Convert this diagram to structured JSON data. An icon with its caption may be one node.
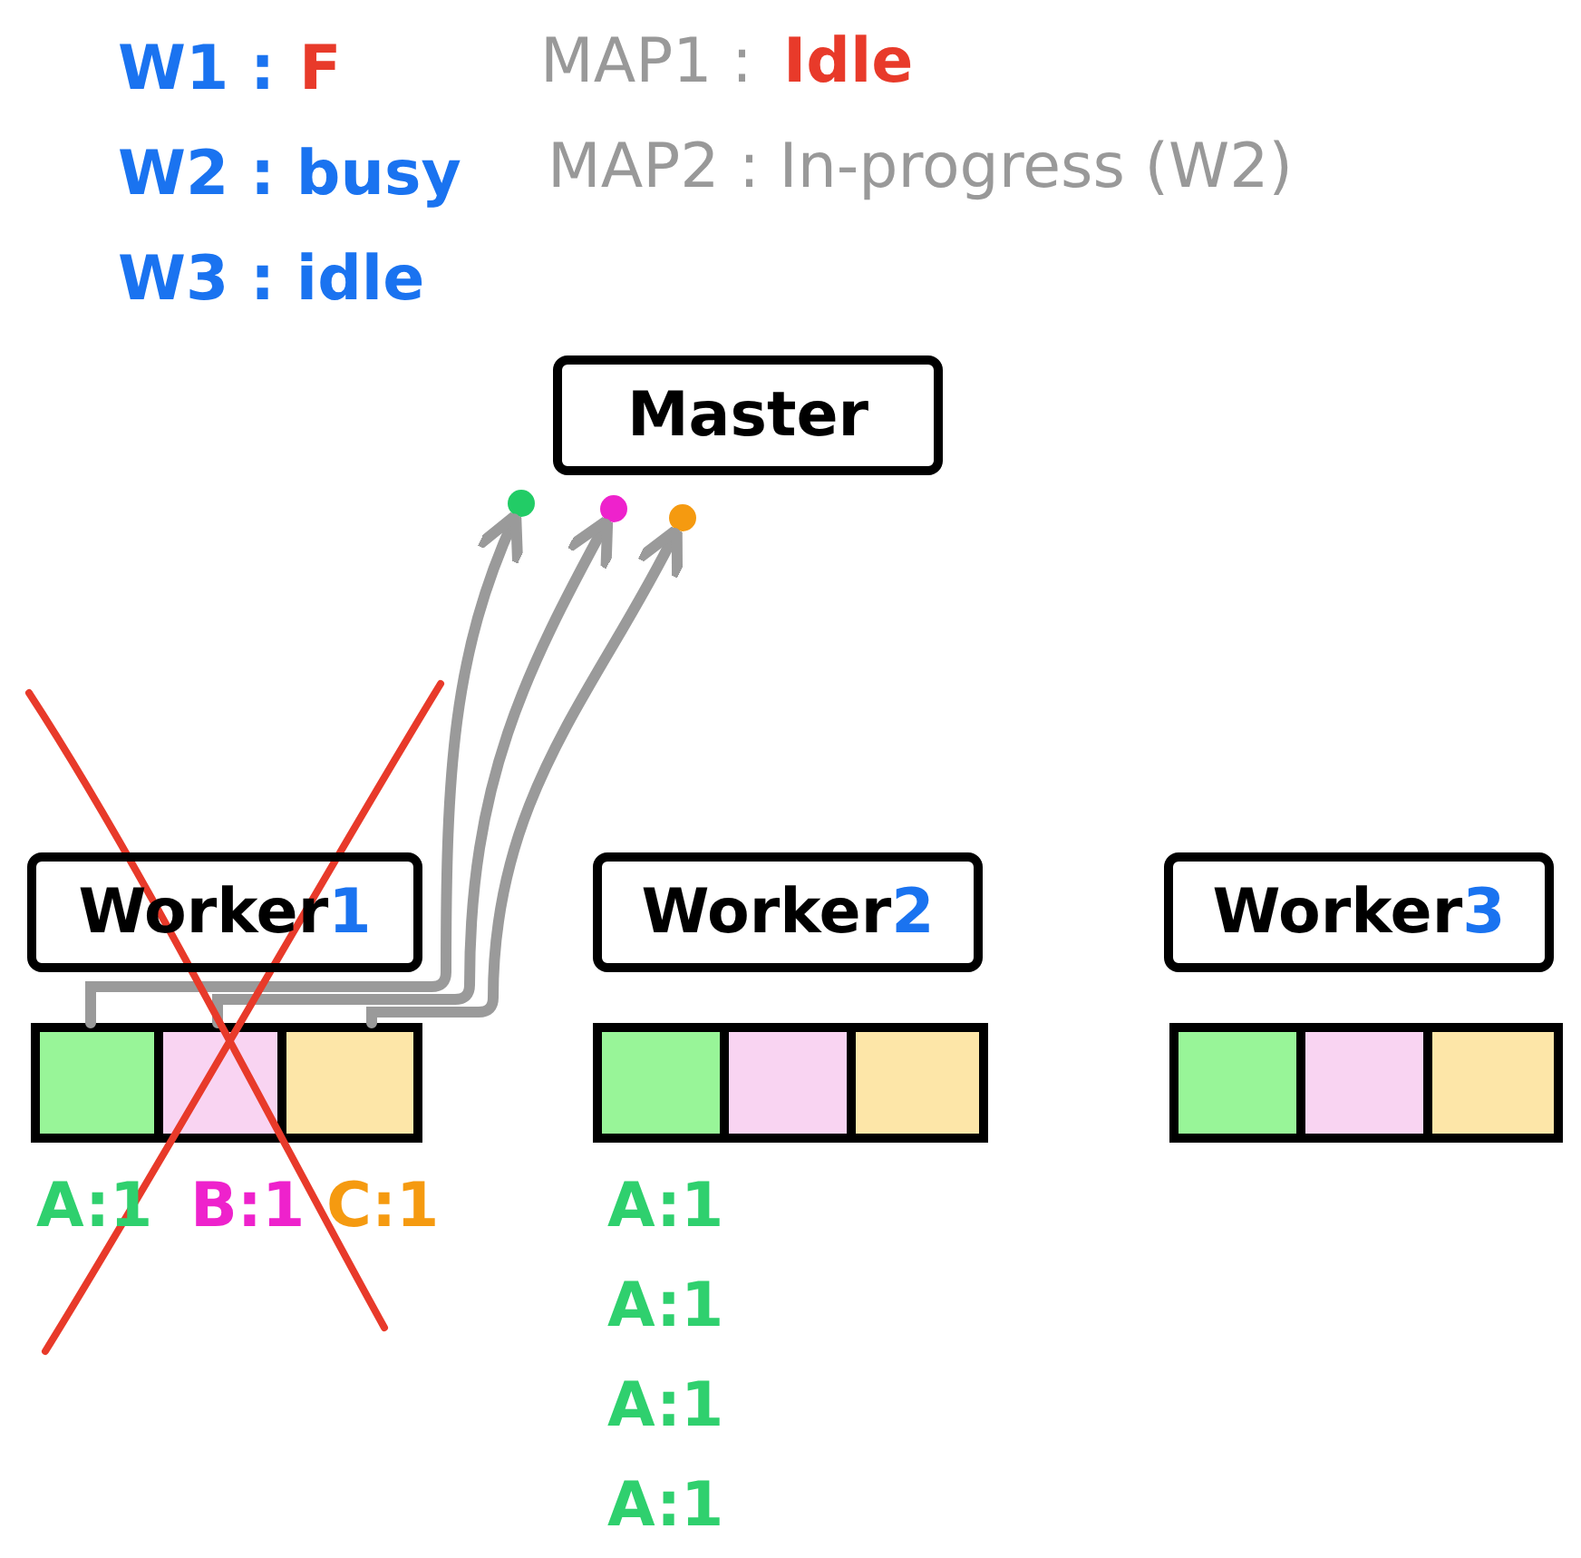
{
  "diagram": {
    "nodes": [
      {
        "text": [
          "Master"
        ]
      },
      {
        "text": [],
        "shape": "circle"
      },
      {
        "text": [],
        "shape": "circle"
      },
      {
        "text": [],
        "shape": "circle"
      },
      {
        "text": [
          "Worker1"
        ]
      },
      {
        "text": [
          "Worker2"
        ]
      },
      {
        "text": [
          "Worker3"
        ]
      },
      {
        "text": [],
        "shape": "box",
        "beside": [
          "A:1"
        ]
      },
      {
        "text": [],
        "shape": "box",
        "beside": [
          "B:1"
        ]
      },
      {
        "text": [],
        "shape": "box",
        "beside": [
          "C:1"
        ]
      },
      {
        "text": [],
        "shape": "box",
        "beside": [
          "A:1",
          "A:1",
          "A:1",
          "A:1"
        ]
      },
      {
        "text": [],
        "shape": "box"
      },
      {
        "text": [],
        "shape": "box"
      },
      {
        "text": [],
        "shape": "box"
      },
      {
        "text": [],
        "shape": "box"
      },
      {
        "text": [],
        "shape": "box"
      }
    ],
    "edges": [
      {
        "from": 7,
        "to": 1,
        "arrow": "to"
      },
      {
        "from": 8,
        "to": 2,
        "arrow": "to"
      },
      {
        "from": 9,
        "to": 3,
        "arrow": "to"
      }
    ],
    "labels": [
      "W1 :",
      "F",
      "MAP1 :",
      "Idle",
      "W2 : busy",
      "MAP2 : In-progress (W2)",
      "W3 : idle"
    ]
  }
}
